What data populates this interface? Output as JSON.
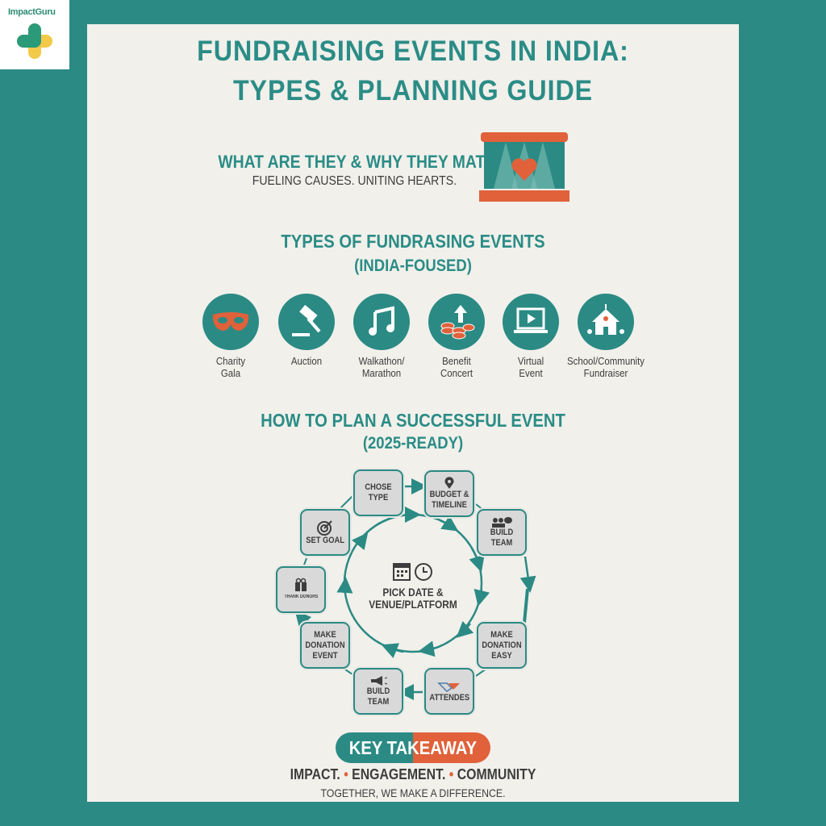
{
  "logo": {
    "text": "ImpactGuru"
  },
  "header": {
    "title_line1": "FUNDRAISING EVENTS IN INDIA:",
    "title_line2": "TYPES & PLANNING GUIDE"
  },
  "intro": {
    "heading": "WHAT ARE THEY & WHY THEY MATTER",
    "tagline": "FUELING CAUSES. UNITING HEARTS.",
    "icon": "stage-heart-icon"
  },
  "types": {
    "heading": "TYPES OF FUNDRASING EVENTS",
    "subheading": "(INDIA-FOUSED)",
    "items": [
      {
        "line1": "Charity",
        "line2": "Gala",
        "icon": "mask-icon"
      },
      {
        "line1": "Auction",
        "line2": "",
        "icon": "gavel-icon"
      },
      {
        "line1": "Walkathon/",
        "line2": "Marathon",
        "icon": "music-note-icon"
      },
      {
        "line1": "Benefit",
        "line2": "Concert",
        "icon": "coins-arrow-icon"
      },
      {
        "line1": "Virtual",
        "line2": "Event",
        "icon": "laptop-play-icon"
      },
      {
        "line1": "School/Community",
        "line2": "Fundraiser",
        "icon": "school-icon"
      }
    ]
  },
  "plan": {
    "heading": "HOW TO PLAN A SUCCESSFUL EVENT",
    "subheading": "(2025-READY)",
    "center": {
      "line1": "PICK DATE &",
      "line2": "VENUE/PLATFORM"
    },
    "steps": [
      {
        "label": "CHOSE TYPE"
      },
      {
        "label": "BUDGET & TIMELINE",
        "icon": "location-pin-icon"
      },
      {
        "label": "BUILD TEAM",
        "icon": "people-chat-icon"
      },
      {
        "label": "MAKE DONATION EASY"
      },
      {
        "label": "ATTENDES",
        "icon": "handshake-icon"
      },
      {
        "label": "BUILD TEAM",
        "icon": "megaphone-icon"
      },
      {
        "label": "MAKE DONATION EVENT"
      },
      {
        "label": "THANK DONORS",
        "icon": "gift-icon"
      },
      {
        "label": "SET GOAL",
        "icon": "target-icon"
      }
    ]
  },
  "takeaway": {
    "pill_left": "KEY TAK",
    "pill_right": "EAWAY",
    "words": [
      "IMPACT.",
      "ENGAGEMENT.",
      "COMMUNITY"
    ],
    "footer": "TOGETHER, WE MAKE A DIFFERENCE."
  },
  "colors": {
    "teal": "#2b8a84",
    "orange": "#e0613a",
    "card": "#f1f0eb",
    "text": "#3d3d3d"
  }
}
